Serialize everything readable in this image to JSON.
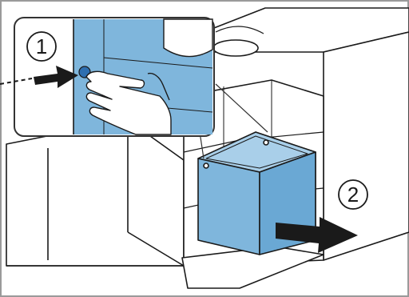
{
  "steps": [
    {
      "number": "1",
      "action": "press-release-button"
    },
    {
      "number": "2",
      "action": "pull-out-drawer"
    }
  ],
  "colors": {
    "panel_blue": "#7fb6dc",
    "panel_blue_light": "#a9cfe9",
    "panel_blue_dark": "#5f9fcb",
    "button_blue": "#2f6fb0",
    "line": "#1a1a1a",
    "callout_border": "#333333",
    "cabinet_fill": "#ffffff"
  },
  "icons": [
    "hand-icon",
    "arrow-right-icon",
    "arrow-pull-icon",
    "release-button-icon"
  ]
}
